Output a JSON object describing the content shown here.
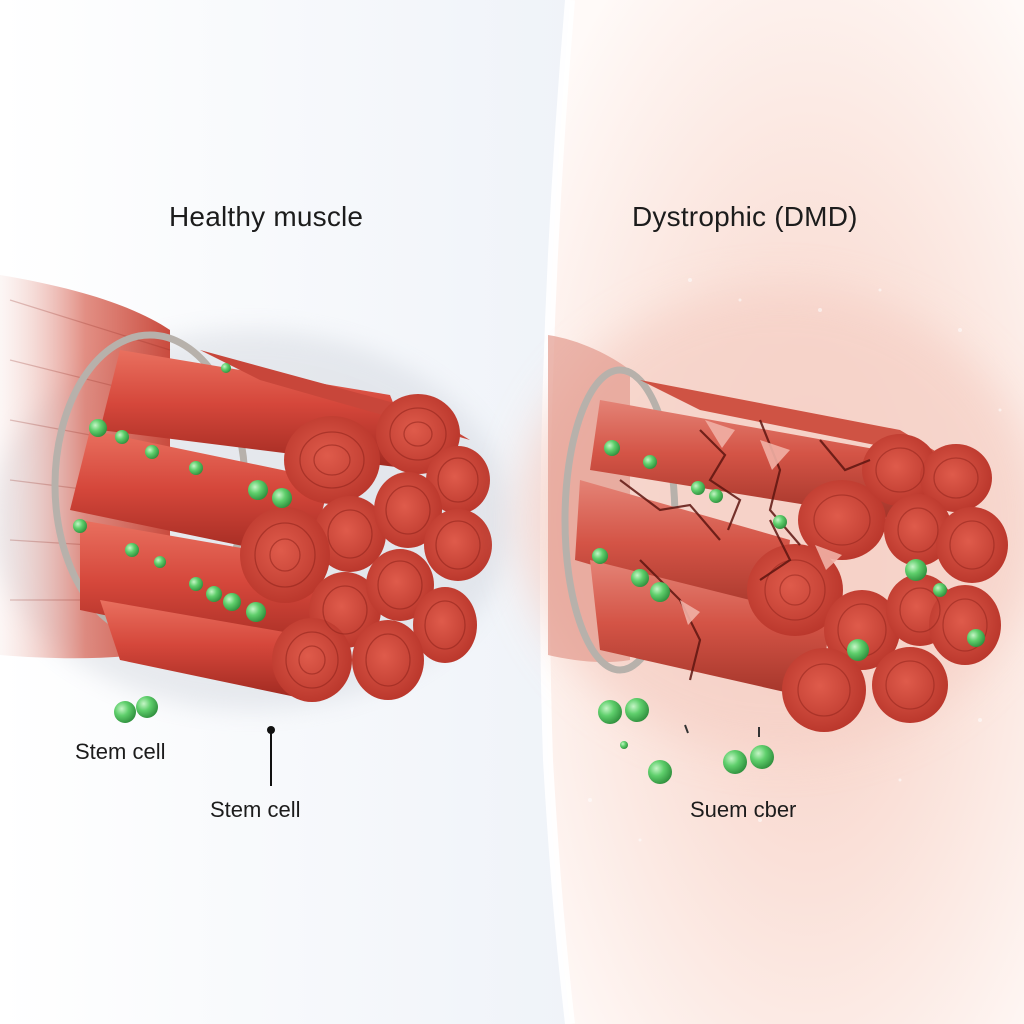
{
  "panels": {
    "healthy": {
      "title": "Healthy muscle",
      "labels": [
        "Stem cell",
        "Stem cell"
      ]
    },
    "dystrophic": {
      "title": "Dystrophic (DMD)",
      "labels": [
        "Suem cber"
      ]
    }
  },
  "colors": {
    "fiber": "#d5473b",
    "fiber_dark": "#a82a22",
    "fiber_light": "#ea6c5d",
    "stem_cell": "#5fcf6c",
    "sheath": "#b7b1ab",
    "healthy_bg": "#eef2f8",
    "dystrophic_bg": "#fbe3dc"
  },
  "icons": [
    "muscle-fiber-bundle-icon",
    "stem-cell-icon",
    "crack-icon"
  ]
}
